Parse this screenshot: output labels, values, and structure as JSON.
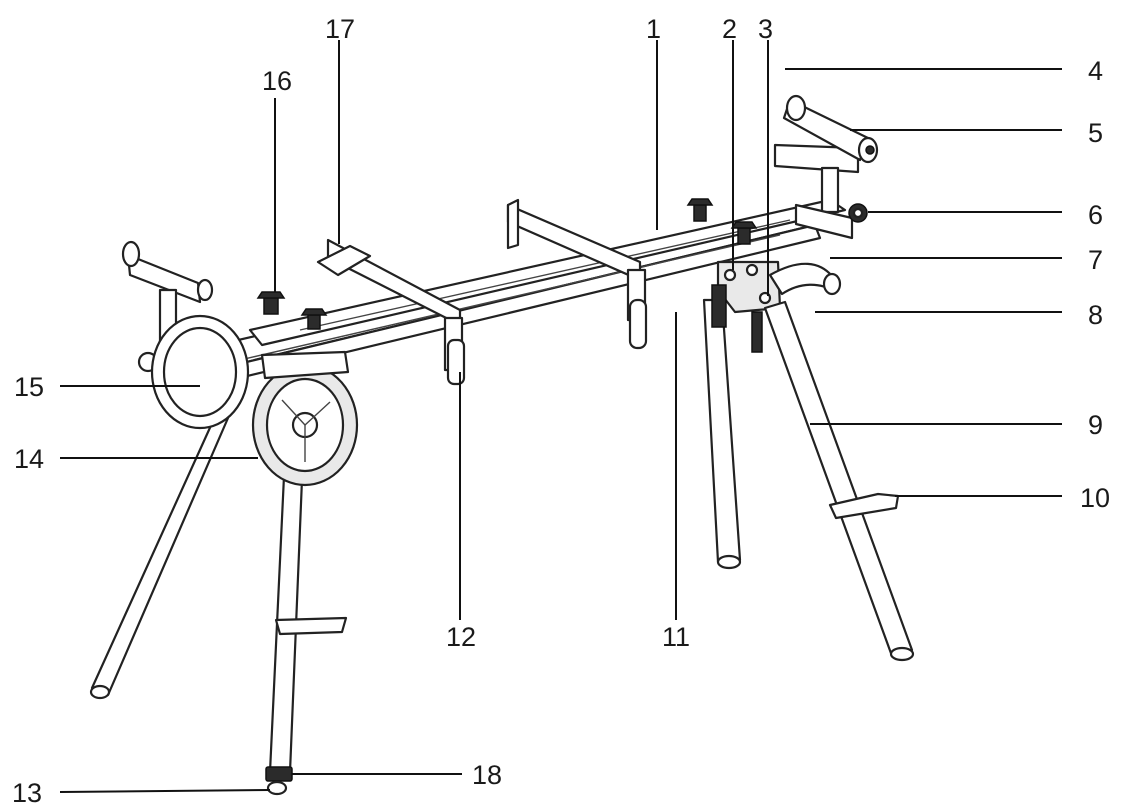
{
  "diagram": {
    "part_labels": [
      "1",
      "2",
      "3",
      "4",
      "5",
      "6",
      "7",
      "8",
      "9",
      "10",
      "11",
      "12",
      "13",
      "14",
      "15",
      "16",
      "17",
      "18"
    ]
  }
}
